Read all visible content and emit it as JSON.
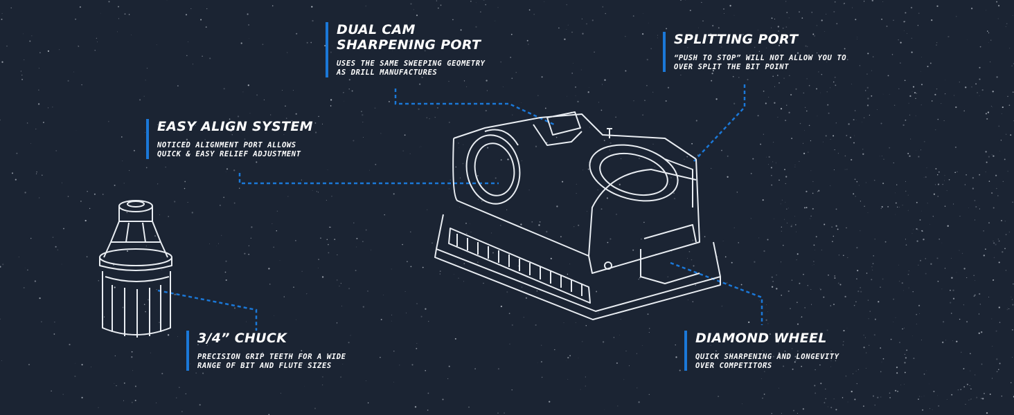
{
  "colors": {
    "background": "#1b2433",
    "accent": "#1b78d8",
    "text": "#ffffff",
    "speckle": "#d7dde6"
  },
  "callouts": {
    "dual_cam": {
      "title": "DUAL CAM\nSHARPENING PORT",
      "desc": "USES THE SAME SWEEPING GEOMETRY\nAS DRILL MANUFACTURES"
    },
    "splitting_port": {
      "title": "SPLITTING PORT",
      "desc": "“PUSH TO STOP” WILL NOT ALLOW YOU TO\nOVER SPLIT THE BIT POINT"
    },
    "easy_align": {
      "title": "EASY ALIGN SYSTEM",
      "desc": "NOTICED ALIGNMENT PORT ALLOWS\nQUICK & EASY RELIEF ADJUSTMENT"
    },
    "chuck": {
      "title": "3/4” CHUCK",
      "desc": "PRECISION GRIP TEETH FOR A WIDE\n RANGE OF BIT AND FLUTE SIZES"
    },
    "diamond_wheel": {
      "title": "DIAMOND WHEEL",
      "desc": "QUICK SHARPENING AND LONGEVITY\nOVER COMPETITORS"
    }
  }
}
